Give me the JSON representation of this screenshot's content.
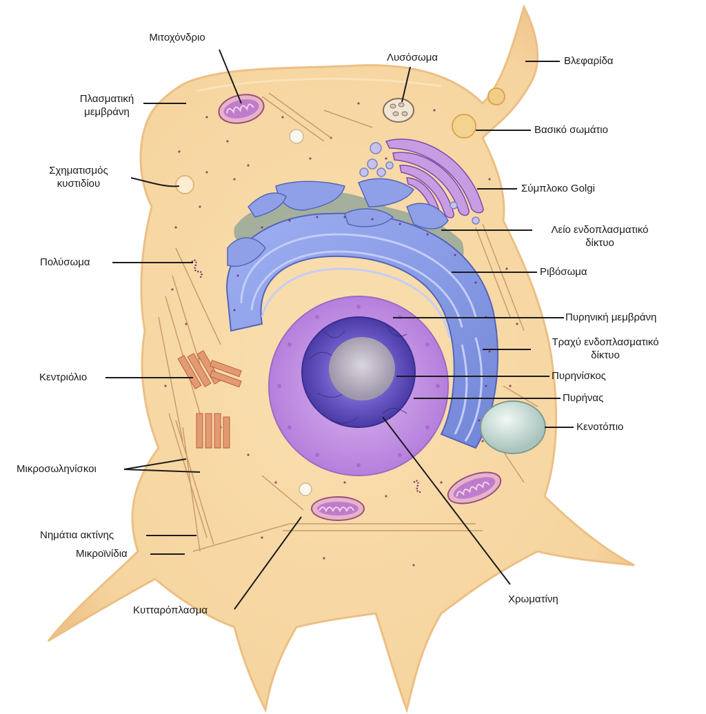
{
  "labels": {
    "mitochondrion": "Μιτοχόνδριο",
    "lysosome": "Λυσόσωμα",
    "cilium": "Βλεφαρίδα",
    "plasma_membrane": "Πλασματική\nμεμβράνη",
    "basal_body": "Βασικό σωμάτιο",
    "vesicle_formation": "Σχηματισμός\nκυστιδίου",
    "golgi": "Σύμπλοκο Golgi",
    "smooth_er": "Λείο ενδοπλασματικό\nδίκτυο",
    "polysome": "Πολύσωμα",
    "ribosome": "Ριβόσωμα",
    "nuclear_membrane": "Πυρηνική μεμβράνη",
    "rough_er": "Τραχύ ενδοπλασματικό\nδίκτυο",
    "centriole": "Κεντριόλιο",
    "nucleolus": "Πυρηνίσκος",
    "nucleus": "Πυρήνας",
    "vacuole": "Κενοτόπιο",
    "microtubules": "Μικροσωληνίσκοι",
    "actin_filaments": "Νημάτια ακτίνης",
    "microfibrils": "Μικροϊνίδια",
    "cytoplasm": "Κυτταρόπλασμα",
    "chromatin": "Χρωματίνη"
  },
  "colors": {
    "cytoplasm": "#f7d7a3",
    "membrane_edge": "#e9b777",
    "rough_er": "#8fa0e8",
    "smooth_er": "#8ea8d8",
    "nucleus_outer": "#c48ee6",
    "nucleus_inner": "#5b49b8",
    "nucleolus": "#b9b2bf",
    "golgi": "#b98ad8",
    "mitochondrion": "#c888c6",
    "vacuole": "#c9dcd4",
    "centriole": "#e0906a",
    "leader": "#1a1a1a"
  }
}
